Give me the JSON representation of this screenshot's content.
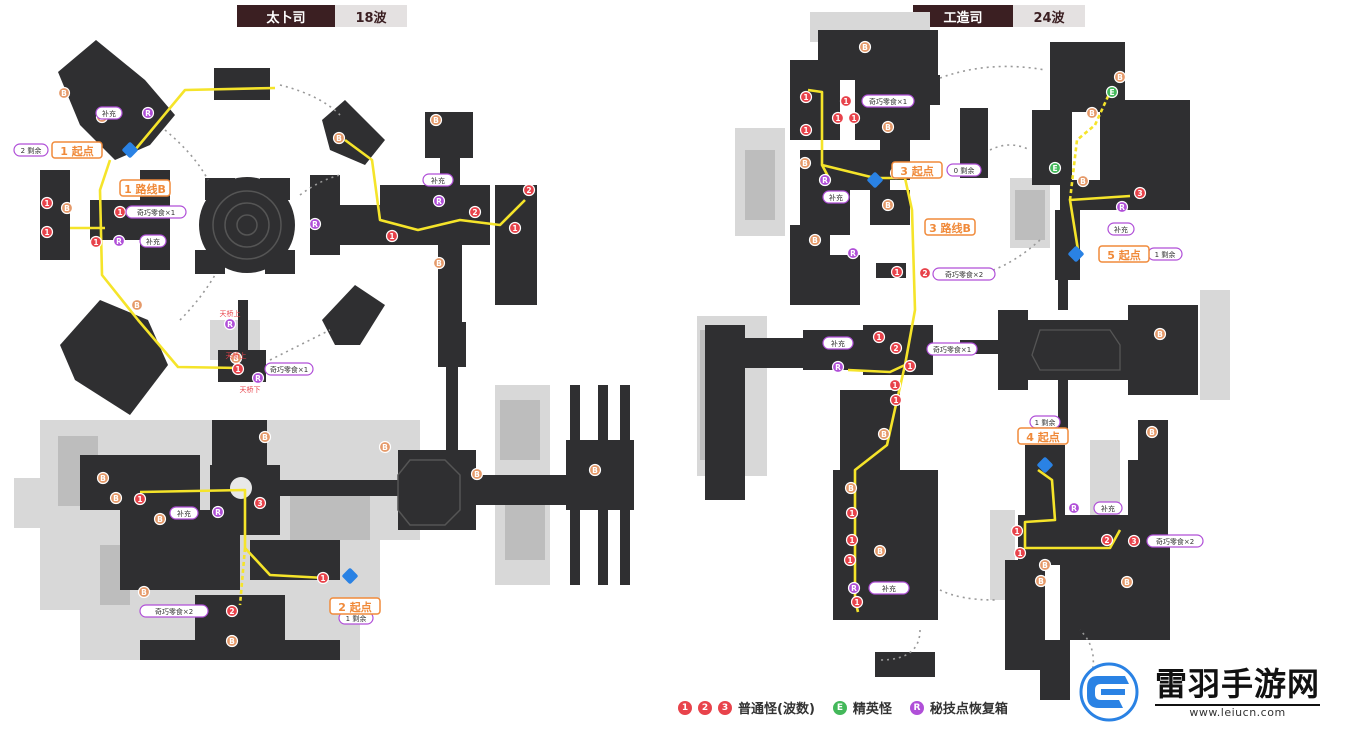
{
  "left_map": {
    "title": "太卜司",
    "waves": "18波",
    "start_points": [
      {
        "num": "1",
        "label": "起点",
        "remain": "2 剩余"
      },
      {
        "num": "2",
        "label": "起点",
        "remain": "1 剩余"
      }
    ],
    "route": {
      "num": "1",
      "label": "路线B"
    },
    "supply_label": "补充",
    "snack_x1": "奇巧零食×1",
    "snack_x2": "奇巧零食×2",
    "bridge_top": "天桥上",
    "bridge_bottom": "天桥下"
  },
  "right_map": {
    "title": "工造司",
    "waves": "24波",
    "start_points": [
      {
        "num": "3",
        "label": "起点",
        "remain": "0 剩余"
      },
      {
        "num": "4",
        "label": "起点",
        "remain": "1 剩余"
      },
      {
        "num": "5",
        "label": "起点",
        "remain": "1 剩余"
      }
    ],
    "route": {
      "num": "3",
      "label": "路线B"
    },
    "supply_label": "补充",
    "snack_x1": "奇巧零食×1",
    "snack_x2": "奇巧零食×2"
  },
  "marker_letters": {
    "boss": "B",
    "elite": "E",
    "restore": "R"
  },
  "legend": {
    "nums": [
      "1",
      "2",
      "3"
    ],
    "normal": "普通怪(波数)",
    "elite_letter": "E",
    "elite": "精英怪",
    "restore_letter": "R",
    "restore": "秘技点恢复箱"
  },
  "watermark": {
    "name": "雷羽手游网",
    "url": "www.leiucn.com"
  },
  "colors": {
    "wall": "#2f2f31",
    "floor_light": "#dadada",
    "route": "#f5e42a",
    "normal": "#e8434b",
    "boss": "#e59a6a",
    "elite": "#43b85a",
    "restore": "#b04fd8",
    "start": "#f08a3a",
    "header": "#3b1f22"
  }
}
